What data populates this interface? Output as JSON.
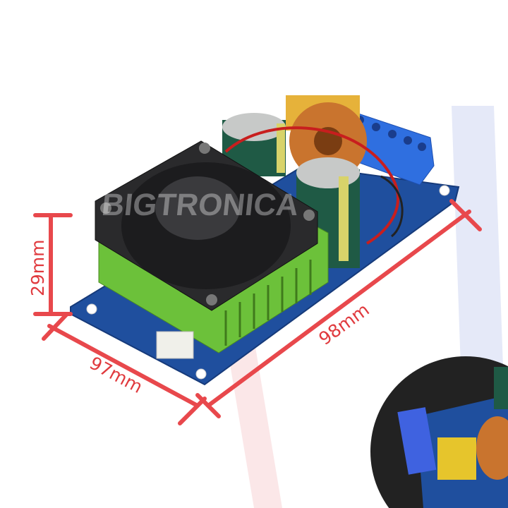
{
  "watermark": "BIGTRONICA",
  "dimensions": {
    "height": "29mm",
    "width": "97mm",
    "length": "98mm"
  },
  "colors": {
    "dimension_line": "#e8484c",
    "pcb": "#1f4f9e",
    "heatsink": "#6cc13a",
    "fan": "#2a2a2c",
    "terminal_block": "#2f6fe0",
    "capacitor": "#1f5a45",
    "inductor_copper": "#c9742e"
  }
}
